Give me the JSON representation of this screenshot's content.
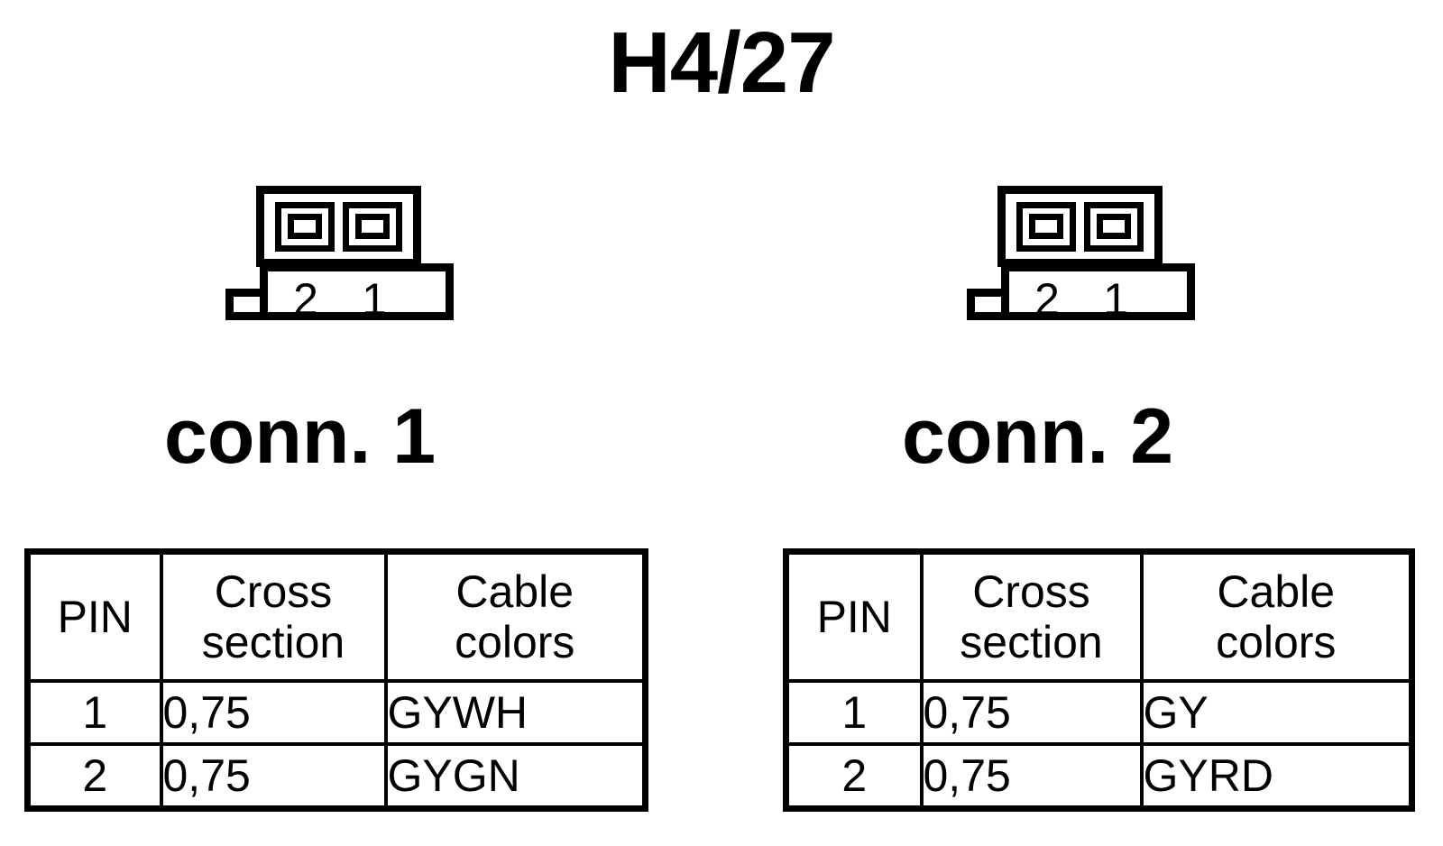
{
  "diagram": {
    "title": "H4/27",
    "type": "connector-pinout-diagram"
  },
  "connectors": [
    {
      "id": "conn-1",
      "label": "conn. 2",
      "symbol": {
        "pin_count": 2,
        "pin_numbers": [
          "2",
          "1"
        ],
        "pin_icon": "nested-square-pin-icon",
        "foot_icon": "latch-foot-icon"
      },
      "label_text": "conn. 1",
      "table": {
        "headers": {
          "pin": "PIN",
          "cross_section_line1": "Cross",
          "cross_section_line2": "section",
          "cable_colors_line1": "Cable",
          "cable_colors_line2": "colors"
        },
        "rows": [
          {
            "pin": "1",
            "cross_section": "0,75",
            "cable_colors": "GYWH"
          },
          {
            "pin": "2",
            "cross_section": "0,75",
            "cable_colors": "GYGN"
          }
        ]
      }
    },
    {
      "id": "conn-2",
      "label": "conn. 2",
      "symbol": {
        "pin_count": 2,
        "pin_numbers": [
          "2",
          "1"
        ],
        "pin_icon": "nested-square-pin-icon",
        "foot_icon": "latch-foot-icon"
      },
      "label_text": "conn. 2",
      "table": {
        "headers": {
          "pin": "PIN",
          "cross_section_line1": "Cross",
          "cross_section_line2": "section",
          "cable_colors_line1": "Cable",
          "cable_colors_line2": "colors"
        },
        "rows": [
          {
            "pin": "1",
            "cross_section": "0,75",
            "cable_colors": "GY"
          },
          {
            "pin": "2",
            "cross_section": "0,75",
            "cable_colors": "GYRD"
          }
        ]
      }
    }
  ],
  "colors": {
    "ink": "#000000",
    "paper": "#ffffff"
  }
}
